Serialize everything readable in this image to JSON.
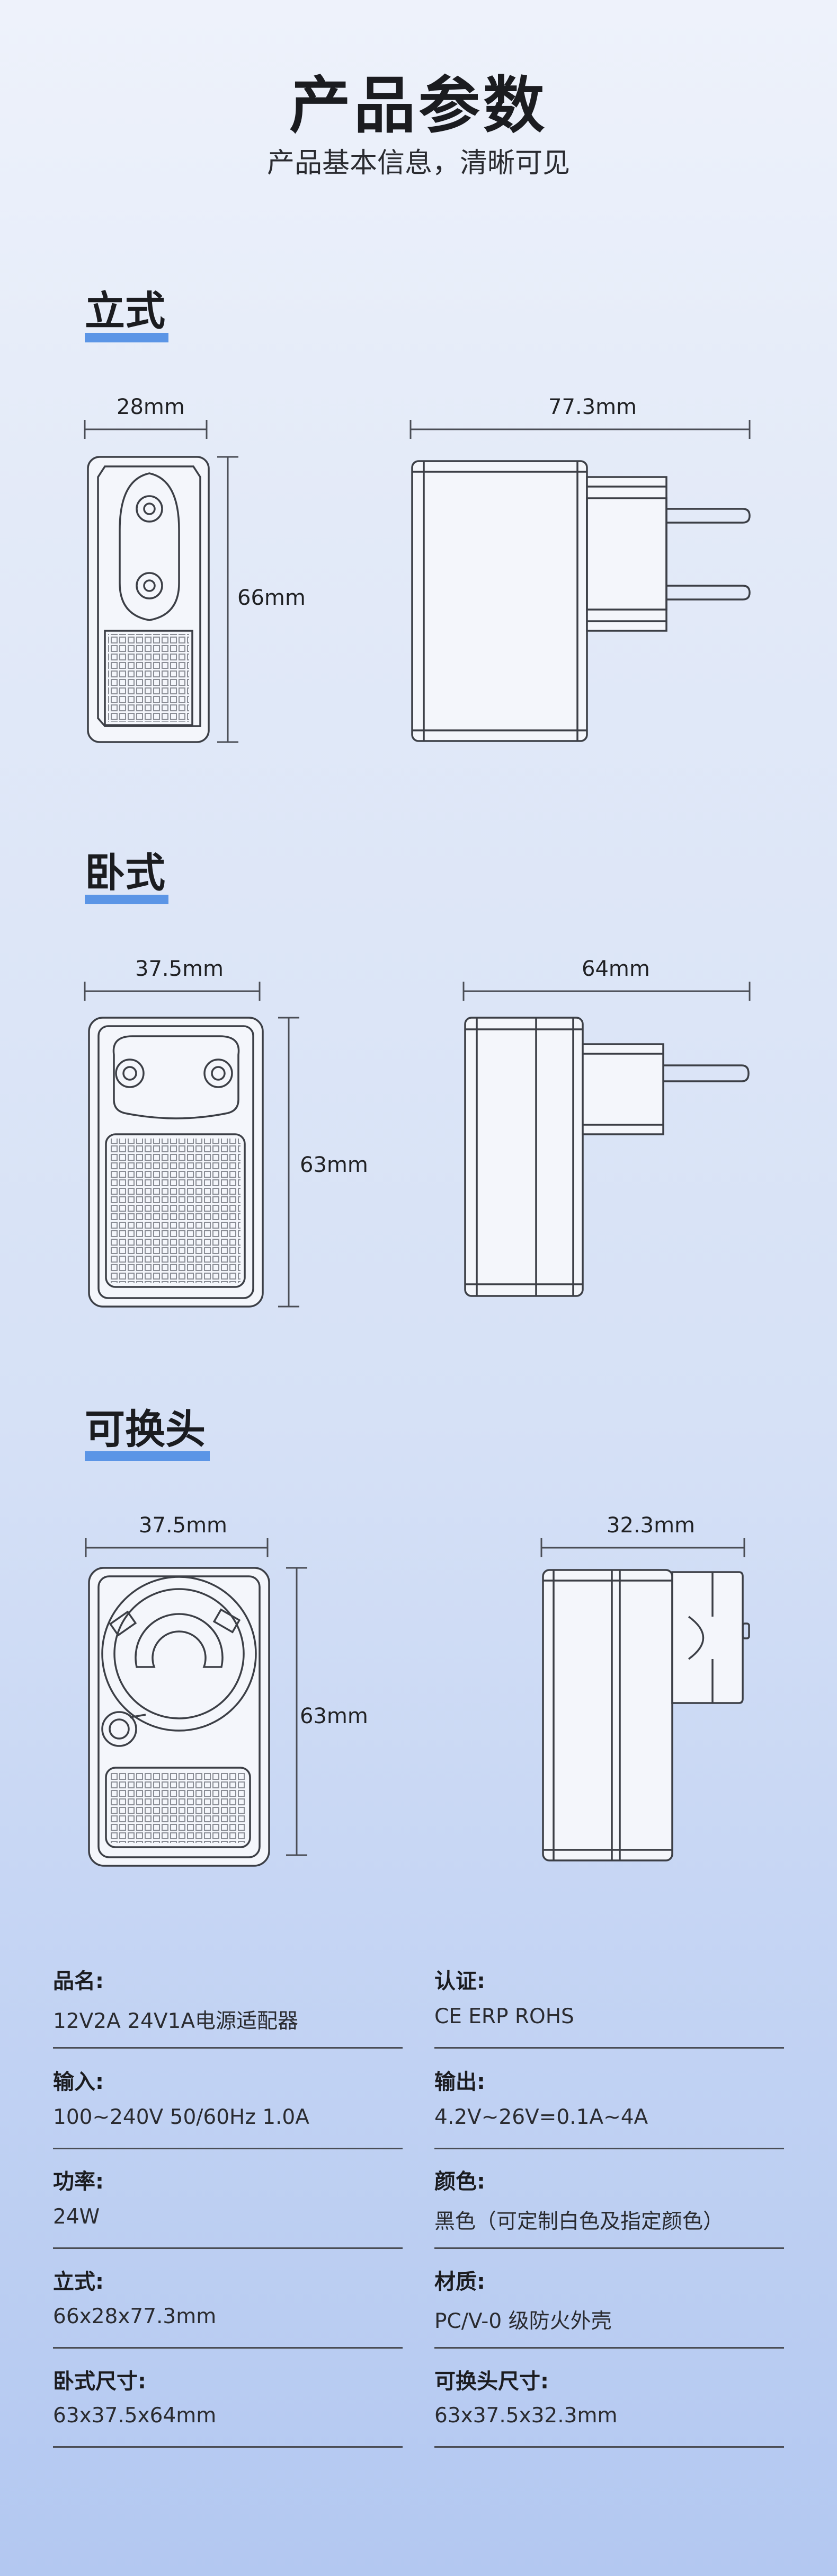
{
  "header": {
    "title": "产品参数",
    "subtitle": "产品基本信息，清晰可见"
  },
  "sections": [
    {
      "title": "立式",
      "dims": [
        "28mm",
        "77.3mm",
        "66mm"
      ]
    },
    {
      "title": "卧式",
      "dims": [
        "37.5mm",
        "64mm",
        "63mm"
      ]
    },
    {
      "title": "可换头",
      "dims": [
        "37.5mm",
        "32.3mm",
        "63mm"
      ]
    }
  ],
  "specs": [
    {
      "label": "品名:",
      "value": "12V2A 24V1A电源适配器"
    },
    {
      "label": "认证:",
      "value": "CE ERP ROHS"
    },
    {
      "label": "输入:",
      "value": "100~240V 50/60Hz 1.0A"
    },
    {
      "label": "输出:",
      "value": "4.2V~26V=0.1A~4A"
    },
    {
      "label": "功率:",
      "value": "24W"
    },
    {
      "label": "颜色:",
      "value": "黑色（可定制白色及指定颜色）"
    },
    {
      "label": "立式:",
      "value": "66x28x77.3mm"
    },
    {
      "label": "材质:",
      "value": "PC/V-0 级防火外壳"
    },
    {
      "label": "卧式尺寸:",
      "value": "63x37.5x64mm"
    },
    {
      "label": "可换头尺寸:",
      "value": "63x37.5x32.3mm"
    }
  ]
}
